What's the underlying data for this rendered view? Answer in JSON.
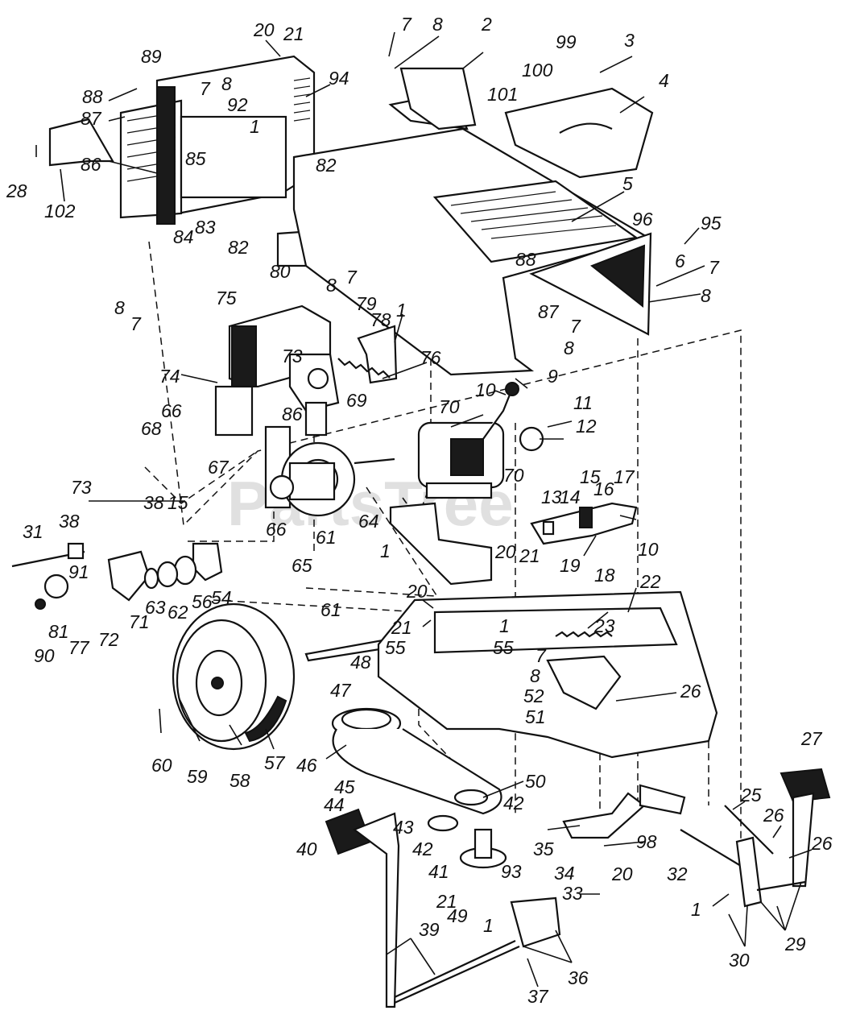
{
  "watermark": "PartsTree",
  "callouts": [
    {
      "id": "c-20a",
      "text": "20"
    },
    {
      "id": "c-21a",
      "text": "21"
    },
    {
      "id": "c-89",
      "text": "89"
    },
    {
      "id": "c-94",
      "text": "94"
    },
    {
      "id": "c-88a",
      "text": "88"
    },
    {
      "id": "c-87a",
      "text": "87"
    },
    {
      "id": "c-7a",
      "text": "7"
    },
    {
      "id": "c-8a",
      "text": "8"
    },
    {
      "id": "c-92",
      "text": "92"
    },
    {
      "id": "c-1a",
      "text": "1"
    },
    {
      "id": "c-28",
      "text": "28"
    },
    {
      "id": "c-86a",
      "text": "86"
    },
    {
      "id": "c-85",
      "text": "85"
    },
    {
      "id": "c-102",
      "text": "102"
    },
    {
      "id": "c-84",
      "text": "84"
    },
    {
      "id": "c-83",
      "text": "83"
    },
    {
      "id": "c-82a",
      "text": "82"
    },
    {
      "id": "c-82b",
      "text": "82"
    },
    {
      "id": "c-80",
      "text": "80"
    },
    {
      "id": "c-8b",
      "text": "8"
    },
    {
      "id": "c-7b",
      "text": "7"
    },
    {
      "id": "c-7c",
      "text": "7"
    },
    {
      "id": "c-8c",
      "text": "8"
    },
    {
      "id": "c-2",
      "text": "2"
    },
    {
      "id": "c-99",
      "text": "99"
    },
    {
      "id": "c-3",
      "text": "3"
    },
    {
      "id": "c-100",
      "text": "100"
    },
    {
      "id": "c-101",
      "text": "101"
    },
    {
      "id": "c-4",
      "text": "4"
    },
    {
      "id": "c-5",
      "text": "5"
    },
    {
      "id": "c-96",
      "text": "96"
    },
    {
      "id": "c-95",
      "text": "95"
    },
    {
      "id": "c-88b",
      "text": "88"
    },
    {
      "id": "c-6",
      "text": "6"
    },
    {
      "id": "c-7d",
      "text": "7"
    },
    {
      "id": "c-87b",
      "text": "87"
    },
    {
      "id": "c-8d",
      "text": "8"
    },
    {
      "id": "c-8e",
      "text": "8"
    },
    {
      "id": "c-7e",
      "text": "7"
    },
    {
      "id": "c-75",
      "text": "75"
    },
    {
      "id": "c-79",
      "text": "79"
    },
    {
      "id": "c-78",
      "text": "78"
    },
    {
      "id": "c-1b",
      "text": "1"
    },
    {
      "id": "c-7f",
      "text": "7"
    },
    {
      "id": "c-8f",
      "text": "8"
    },
    {
      "id": "c-73a",
      "text": "73"
    },
    {
      "id": "c-76",
      "text": "76"
    },
    {
      "id": "c-74",
      "text": "74"
    },
    {
      "id": "c-69",
      "text": "69"
    },
    {
      "id": "c-66a",
      "text": "66"
    },
    {
      "id": "c-68",
      "text": "68"
    },
    {
      "id": "c-86b",
      "text": "86"
    },
    {
      "id": "c-10a",
      "text": "10"
    },
    {
      "id": "c-9",
      "text": "9"
    },
    {
      "id": "c-70a",
      "text": "70"
    },
    {
      "id": "c-11",
      "text": "11"
    },
    {
      "id": "c-12",
      "text": "12"
    },
    {
      "id": "c-67",
      "text": "67"
    },
    {
      "id": "c-70b",
      "text": "70"
    },
    {
      "id": "c-73b",
      "text": "73"
    },
    {
      "id": "c-38a",
      "text": "38"
    },
    {
      "id": "c-15a",
      "text": "15"
    },
    {
      "id": "c-64",
      "text": "64"
    },
    {
      "id": "c-13",
      "text": "13"
    },
    {
      "id": "c-14",
      "text": "14"
    },
    {
      "id": "c-15b",
      "text": "15"
    },
    {
      "id": "c-16",
      "text": "16"
    },
    {
      "id": "c-17",
      "text": "17"
    },
    {
      "id": "c-31",
      "text": "31"
    },
    {
      "id": "c-38b",
      "text": "38"
    },
    {
      "id": "c-66b",
      "text": "66"
    },
    {
      "id": "c-65",
      "text": "65"
    },
    {
      "id": "c-61a",
      "text": "61"
    },
    {
      "id": "c-1c",
      "text": "1"
    },
    {
      "id": "c-19",
      "text": "19"
    },
    {
      "id": "c-18",
      "text": "18"
    },
    {
      "id": "c-10b",
      "text": "10"
    },
    {
      "id": "c-20b",
      "text": "20"
    },
    {
      "id": "c-21b",
      "text": "21"
    },
    {
      "id": "c-91",
      "text": "91"
    },
    {
      "id": "c-54",
      "text": "54"
    },
    {
      "id": "c-56",
      "text": "56"
    },
    {
      "id": "c-63",
      "text": "63"
    },
    {
      "id": "c-62",
      "text": "62"
    },
    {
      "id": "c-71",
      "text": "71"
    },
    {
      "id": "c-81",
      "text": "81"
    },
    {
      "id": "c-90",
      "text": "90"
    },
    {
      "id": "c-77",
      "text": "77"
    },
    {
      "id": "c-72",
      "text": "72"
    },
    {
      "id": "c-22",
      "text": "22"
    },
    {
      "id": "c-20c",
      "text": "20"
    },
    {
      "id": "c-21c",
      "text": "21"
    },
    {
      "id": "c-55a",
      "text": "55"
    },
    {
      "id": "c-61b",
      "text": "61"
    },
    {
      "id": "c-1d",
      "text": "1"
    },
    {
      "id": "c-55b",
      "text": "55"
    },
    {
      "id": "c-23",
      "text": "23"
    },
    {
      "id": "c-7g",
      "text": "7"
    },
    {
      "id": "c-8g",
      "text": "8"
    },
    {
      "id": "c-48",
      "text": "48"
    },
    {
      "id": "c-47",
      "text": "47"
    },
    {
      "id": "c-52",
      "text": "52"
    },
    {
      "id": "c-26a",
      "text": "26"
    },
    {
      "id": "c-51",
      "text": "51"
    },
    {
      "id": "c-60",
      "text": "60"
    },
    {
      "id": "c-59",
      "text": "59"
    },
    {
      "id": "c-58",
      "text": "58"
    },
    {
      "id": "c-57",
      "text": "57"
    },
    {
      "id": "c-46",
      "text": "46"
    },
    {
      "id": "c-45",
      "text": "45"
    },
    {
      "id": "c-44",
      "text": "44"
    },
    {
      "id": "c-50",
      "text": "50"
    },
    {
      "id": "c-42a",
      "text": "42"
    },
    {
      "id": "c-43",
      "text": "43"
    },
    {
      "id": "c-42b",
      "text": "42"
    },
    {
      "id": "c-27",
      "text": "27"
    },
    {
      "id": "c-25",
      "text": "25"
    },
    {
      "id": "c-26b",
      "text": "26"
    },
    {
      "id": "c-26c",
      "text": "26"
    },
    {
      "id": "c-35",
      "text": "35"
    },
    {
      "id": "c-98",
      "text": "98"
    },
    {
      "id": "c-40",
      "text": "40"
    },
    {
      "id": "c-41",
      "text": "41"
    },
    {
      "id": "c-93",
      "text": "93"
    },
    {
      "id": "c-34",
      "text": "34"
    },
    {
      "id": "c-20d",
      "text": "20"
    },
    {
      "id": "c-32",
      "text": "32"
    },
    {
      "id": "c-33",
      "text": "33"
    },
    {
      "id": "c-21d",
      "text": "21"
    },
    {
      "id": "c-49",
      "text": "49"
    },
    {
      "id": "c-1e",
      "text": "1"
    },
    {
      "id": "c-1f",
      "text": "1"
    },
    {
      "id": "c-39",
      "text": "39"
    },
    {
      "id": "c-36",
      "text": "36"
    },
    {
      "id": "c-29",
      "text": "29"
    },
    {
      "id": "c-30",
      "text": "30"
    },
    {
      "id": "c-37",
      "text": "37"
    }
  ]
}
